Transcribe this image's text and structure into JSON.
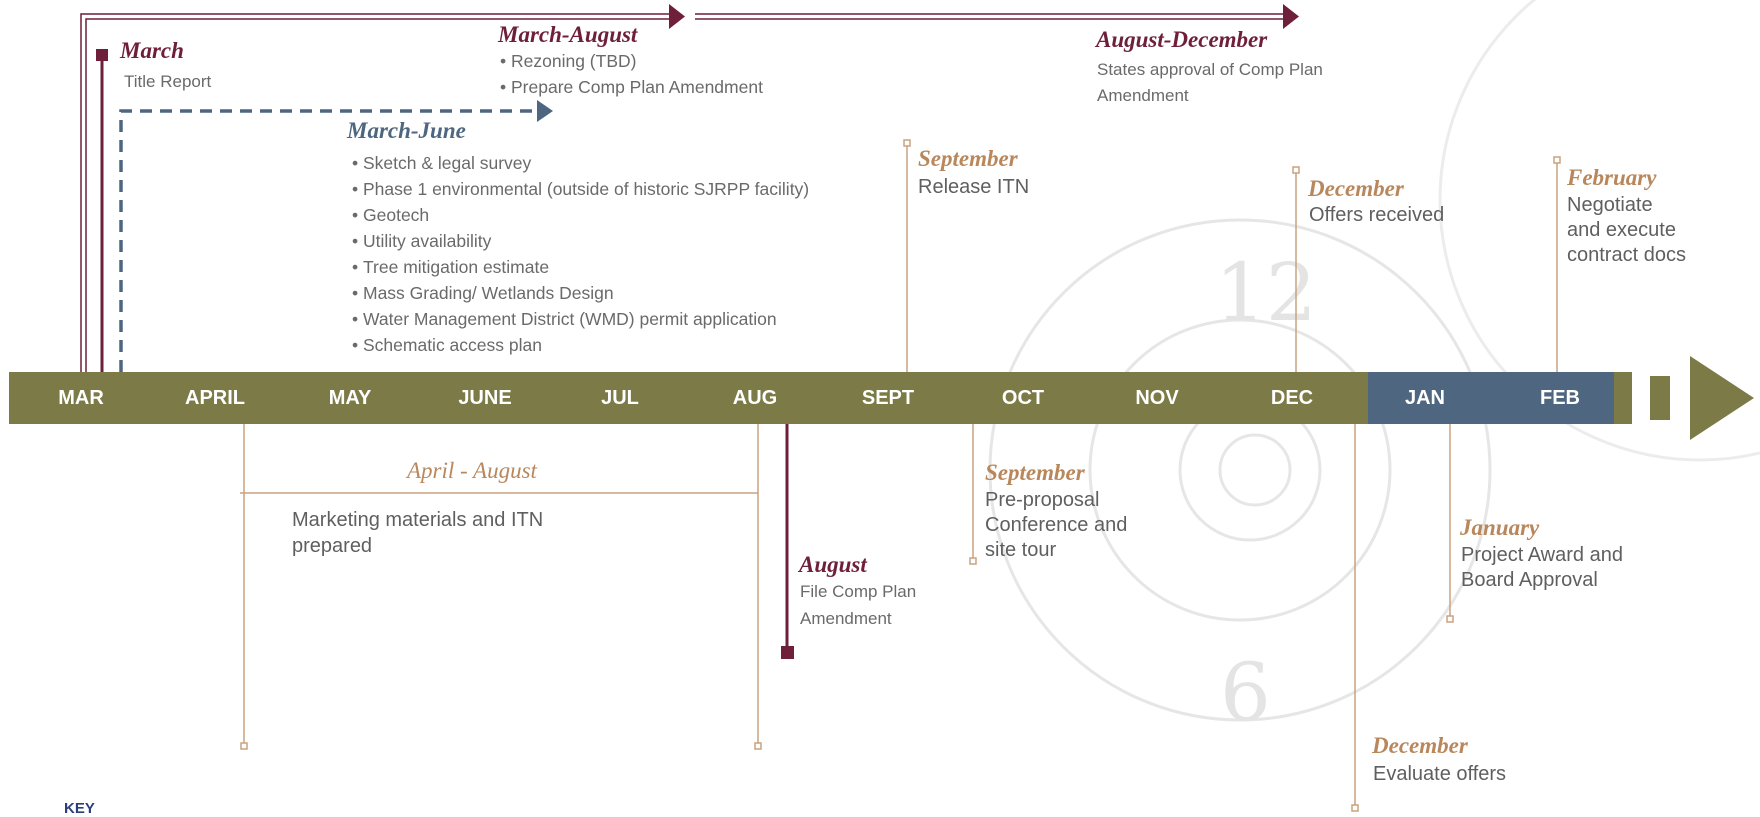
{
  "timeline": {
    "months": [
      "MAR",
      "APRIL",
      "MAY",
      "JUNE",
      "JUL",
      "AUG",
      "SEPT",
      "OCT",
      "NOV",
      "DEC",
      "JAN",
      "FEB"
    ]
  },
  "events": {
    "march": {
      "title": "March",
      "text": "Title Report"
    },
    "march_august": {
      "title": "March-August",
      "items": [
        "Rezoning (TBD)",
        "Prepare Comp Plan Amendment"
      ]
    },
    "august_december": {
      "title": "August-December",
      "line1": "States approval of Comp Plan",
      "line2": "Amendment"
    },
    "march_june": {
      "title": "March-June",
      "items": [
        "Sketch & legal survey",
        "Phase 1 environmental (outside of historic SJRPP facility)",
        "Geotech",
        "Utility availability",
        "Tree mitigation estimate",
        "Mass Grading/ Wetlands Design",
        "Water Management District (WMD) permit application",
        "Schematic access plan"
      ]
    },
    "september_itn": {
      "title": "September",
      "text": "Release ITN"
    },
    "december_offers": {
      "title": "December",
      "text": "Offers received"
    },
    "february": {
      "title": "February",
      "line1": "Negotiate",
      "line2": "and execute",
      "line3": "contract docs"
    },
    "april_august": {
      "title": "April - August",
      "line1": "Marketing materials and ITN",
      "line2": "prepared"
    },
    "august_file": {
      "title": "August",
      "line1": "File Comp Plan",
      "line2": "Amendment"
    },
    "september_conf": {
      "title": "September",
      "line1": "Pre-proposal",
      "line2": "Conference and",
      "line3": "site tour"
    },
    "january": {
      "title": "January",
      "line1": "Project Award and",
      "line2": "Board Approval"
    },
    "december_eval": {
      "title": "December",
      "text": "Evaluate offers"
    }
  },
  "key": {
    "label": "KEY"
  },
  "colors": {
    "olive": "#7c7a46",
    "slate_blue": "#4f6680",
    "maroon": "#6e1f3a",
    "tan": "#b9875c"
  }
}
